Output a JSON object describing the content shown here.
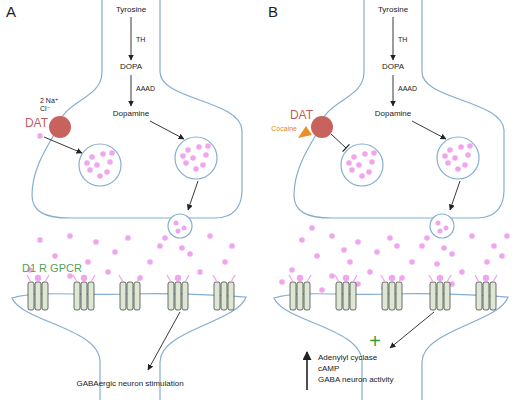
{
  "diagram": {
    "nodes": [
      {
        "text": [
          "DAT"
        ]
      },
      {
        "text": [
          "DAT"
        ]
      },
      {
        "text": [
          "Cocaine"
        ]
      }
    ],
    "labels": [
      "A",
      "Tyrosine",
      "TH",
      "DOPA",
      "AAAD",
      "Dopamine",
      "2 Na⁺ Cl⁻",
      "D1 R GPCR",
      "GABAergic neuron stimulation",
      "B",
      "Tyrosine",
      "TH",
      "DOPA",
      "AAAD",
      "Dopamine",
      "+",
      "Adenylyl cyclase",
      "cAMP",
      "GABA neuron activity"
    ]
  }
}
